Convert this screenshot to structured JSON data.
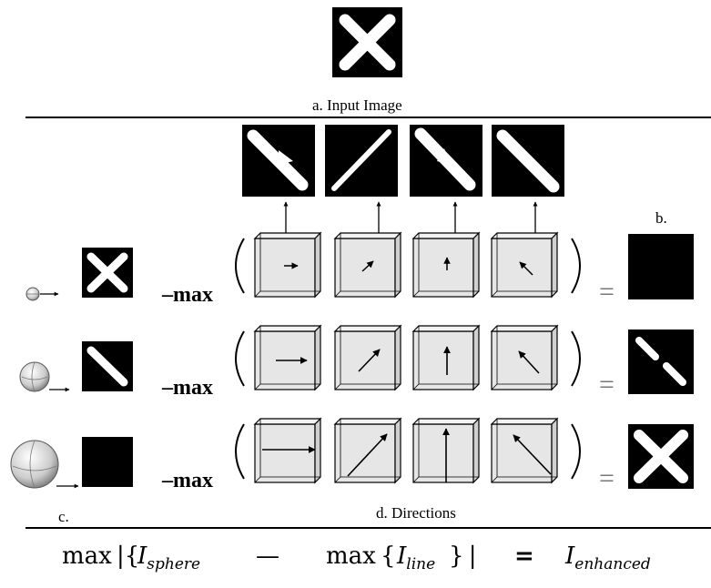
{
  "labels": {
    "input_caption": "a. Input Image",
    "b_label": "b.",
    "c_label": "c.",
    "directions_caption": "d. Directions"
  },
  "operator": {
    "minus_max": "–max",
    "equals": "="
  },
  "formula": {
    "max_abs_open": "max |{",
    "I1": "I",
    "sub1": "sphere",
    "minus": "—",
    "max2": "max {",
    "I2": "I",
    "sub2": "line",
    "close": "} |",
    "eq": "=",
    "I3": "I",
    "sub3": "enhanced"
  }
}
